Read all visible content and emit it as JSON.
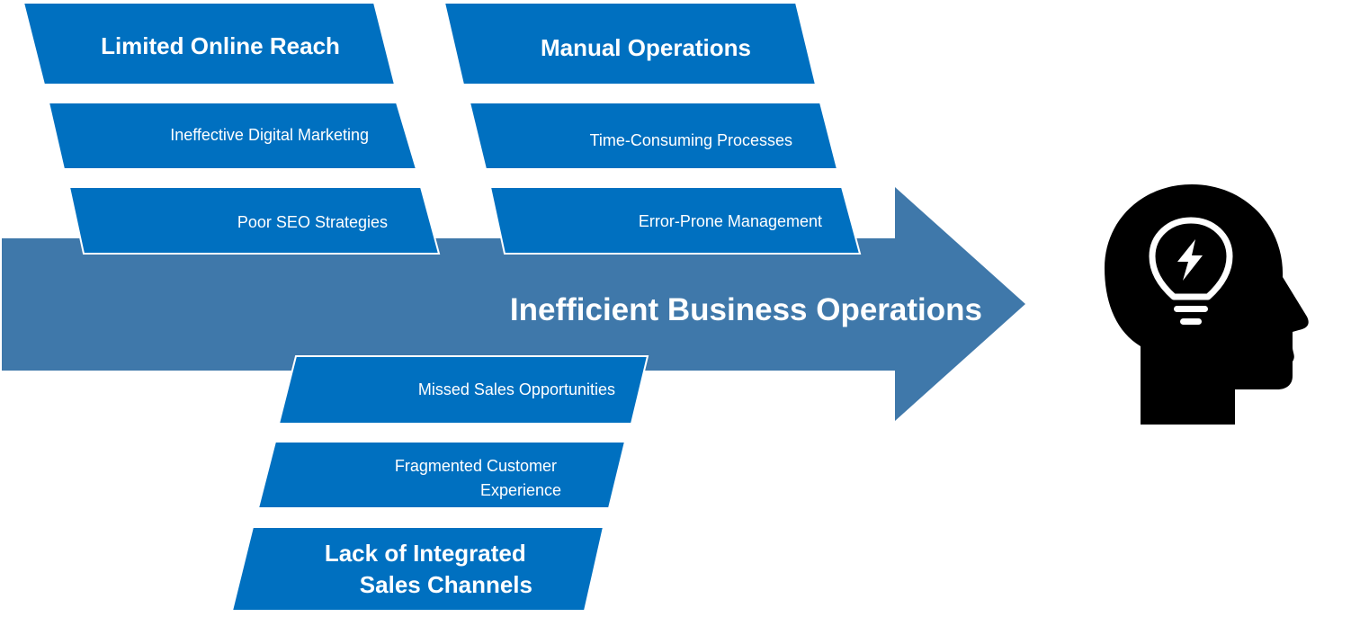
{
  "effect": {
    "label": "Inefficient Business Operations",
    "icon": "head-lightbulb-icon"
  },
  "categories": [
    {
      "title": "Limited Online Reach",
      "causes": [
        "Ineffective Digital Marketing",
        "Poor SEO Strategies"
      ]
    },
    {
      "title": "Manual Operations",
      "causes": [
        "Time-Consuming Processes",
        "Error-Prone Management"
      ]
    },
    {
      "title_lines": [
        "Lack of Integrated",
        "Sales Channels"
      ],
      "causes": [
        "Missed Sales Opportunities",
        "Fragmented Customer Experience"
      ],
      "cause_lines": [
        [
          "Missed Sales Opportunities"
        ],
        [
          "Fragmented Customer",
          "Experience"
        ]
      ]
    }
  ],
  "colors": {
    "box_fill": "#0070C0",
    "arrow_fill": "#3F78AA",
    "text": "#FFFFFF",
    "icon": "#000000"
  }
}
